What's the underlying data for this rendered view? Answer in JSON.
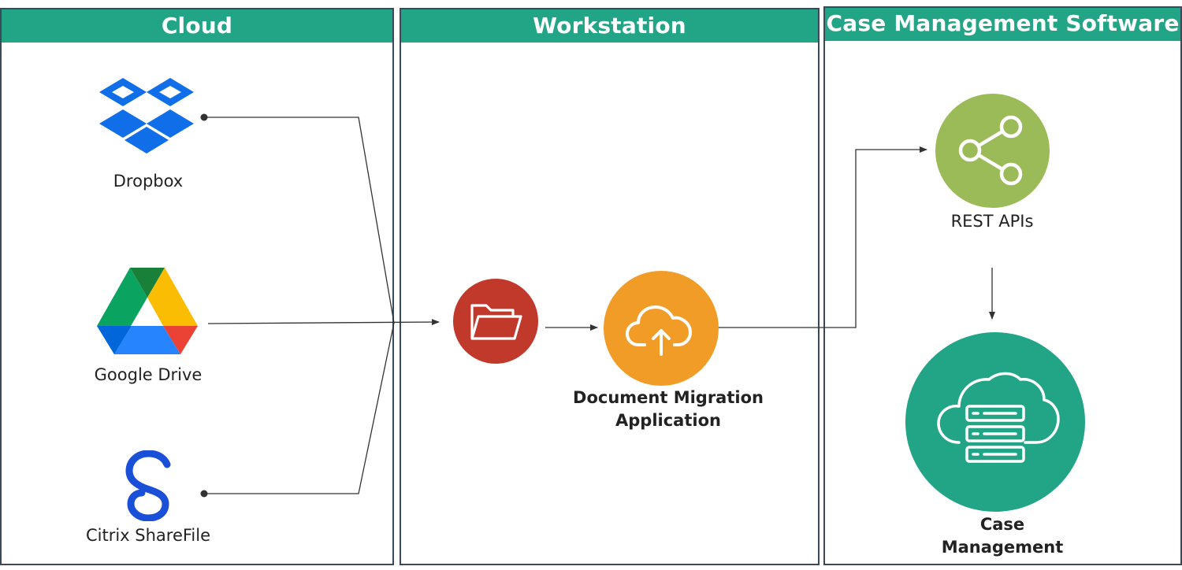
{
  "colors": {
    "header_bg": "#21a586",
    "panel_border": "#3b4a5a",
    "dropbox": "#0f6ee8",
    "sharefile": "#1a4fd8",
    "folder_circle": "#c0392b",
    "migration_circle": "#f19c27",
    "rest_circle": "#9bbb59",
    "case_circle": "#21a586",
    "connector": "#333333"
  },
  "panels": {
    "cloud": {
      "title": "Cloud"
    },
    "workstation": {
      "title": "Workstation"
    },
    "case_mgmt": {
      "title": "Case Management Software"
    }
  },
  "nodes": {
    "dropbox": {
      "label": "Dropbox",
      "icon": "dropbox-icon"
    },
    "google_drive": {
      "label": "Google Drive",
      "icon": "google-drive-icon"
    },
    "sharefile": {
      "label": "Citrix ShareFile",
      "icon": "sharefile-icon"
    },
    "folder": {
      "icon": "folder-icon"
    },
    "migration": {
      "label_line1": "Document Migration",
      "label_line2": "Application",
      "icon": "cloud-upload-icon"
    },
    "rest": {
      "label": "REST APIs",
      "icon": "share-icon"
    },
    "case": {
      "label_line1": "Case",
      "label_line2": "Management",
      "icon": "cloud-server-icon"
    }
  }
}
